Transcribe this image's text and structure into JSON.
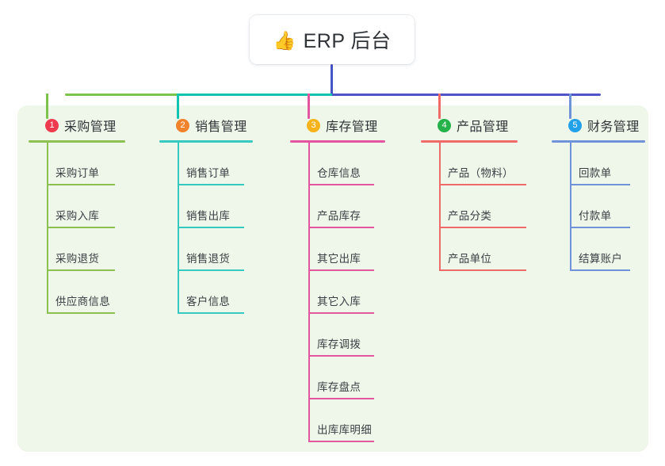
{
  "diagram": {
    "type": "mind-map",
    "root": {
      "icon": "thumbs-up-icon",
      "emoji": "👍",
      "label": "ERP 后台"
    },
    "panel_color": "#eef7e9",
    "stem_color": "#4454c4",
    "bar_segments": [
      {
        "name": "bar-segment-green",
        "color": "#7dc24b"
      },
      {
        "name": "bar-segment-teal",
        "color": "#11c4b0"
      },
      {
        "name": "bar-segment-blue",
        "color": "#4f55c7"
      }
    ],
    "columns": [
      {
        "number": "1",
        "title": "采购管理",
        "badge_color": "#ef3b4f",
        "line_color": "#8cc152",
        "items": [
          "采购订单",
          "采购入库",
          "采购退货",
          "供应商信息"
        ]
      },
      {
        "number": "2",
        "title": "销售管理",
        "badge_color": "#f0832c",
        "line_color": "#35c9c0",
        "items": [
          "销售订单",
          "销售出库",
          "销售退货",
          "客户信息"
        ]
      },
      {
        "number": "3",
        "title": "库存管理",
        "badge_color": "#f5b31c",
        "line_color": "#e3569f",
        "items": [
          "仓库信息",
          "产品库存",
          "其它出库",
          "其它入库",
          "库存调拨",
          "库存盘点",
          "出库库明细"
        ]
      },
      {
        "number": "4",
        "title": "产品管理",
        "badge_color": "#26b24b",
        "line_color": "#f06a6a",
        "items": [
          "产品（物料）",
          "产品分类",
          "产品单位"
        ]
      },
      {
        "number": "5",
        "title": "财务管理",
        "badge_color": "#22a0e8",
        "line_color": "#6f92d8",
        "items": [
          "回款单",
          "付款单",
          "结算账户"
        ]
      }
    ]
  }
}
